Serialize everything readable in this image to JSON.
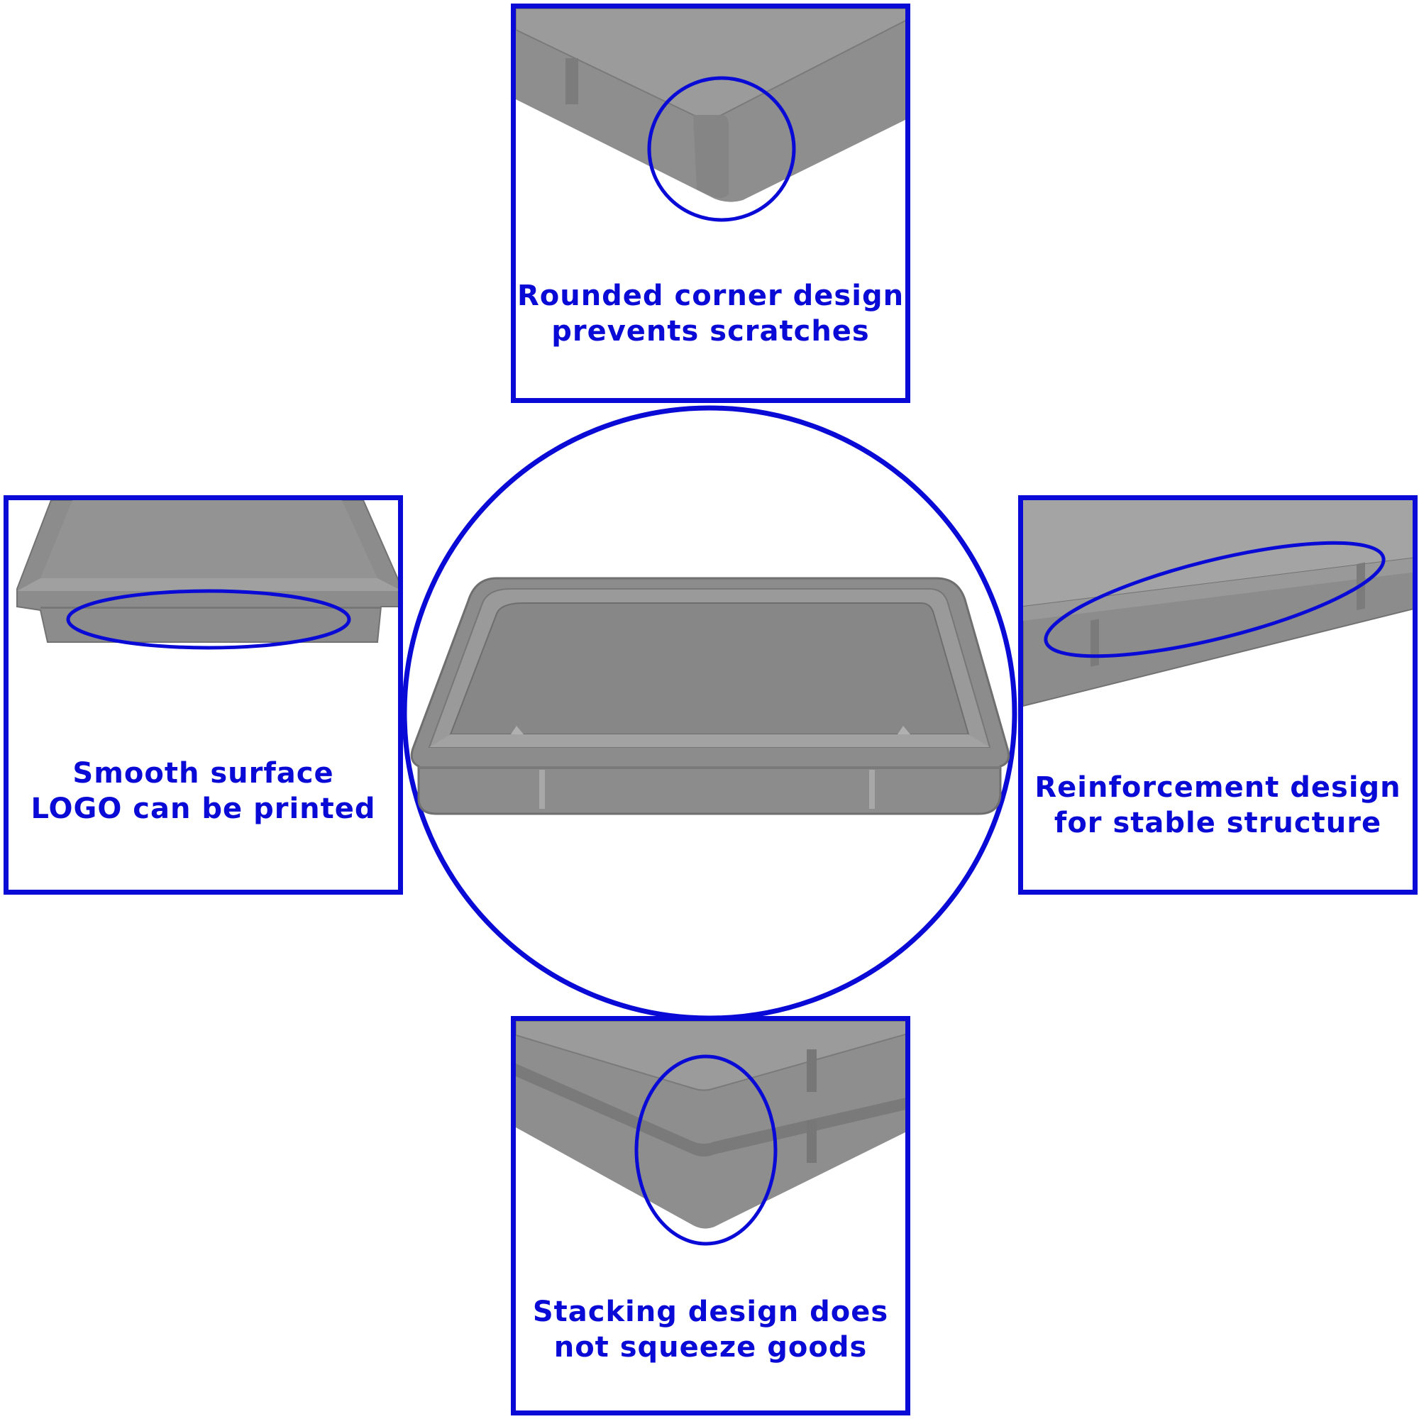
{
  "colors": {
    "accent": "#0a0ad6",
    "tray": "#8c8c8c",
    "background": "#ffffff"
  },
  "features": {
    "top": {
      "line1": "Rounded corner design",
      "line2": "prevents scratches"
    },
    "left": {
      "line1": "Smooth surface",
      "line2": "LOGO can be printed"
    },
    "right": {
      "line1": "Reinforcement design",
      "line2": "for stable structure"
    },
    "bottom": {
      "line1": "Stacking design does",
      "line2": "not squeeze goods"
    }
  }
}
